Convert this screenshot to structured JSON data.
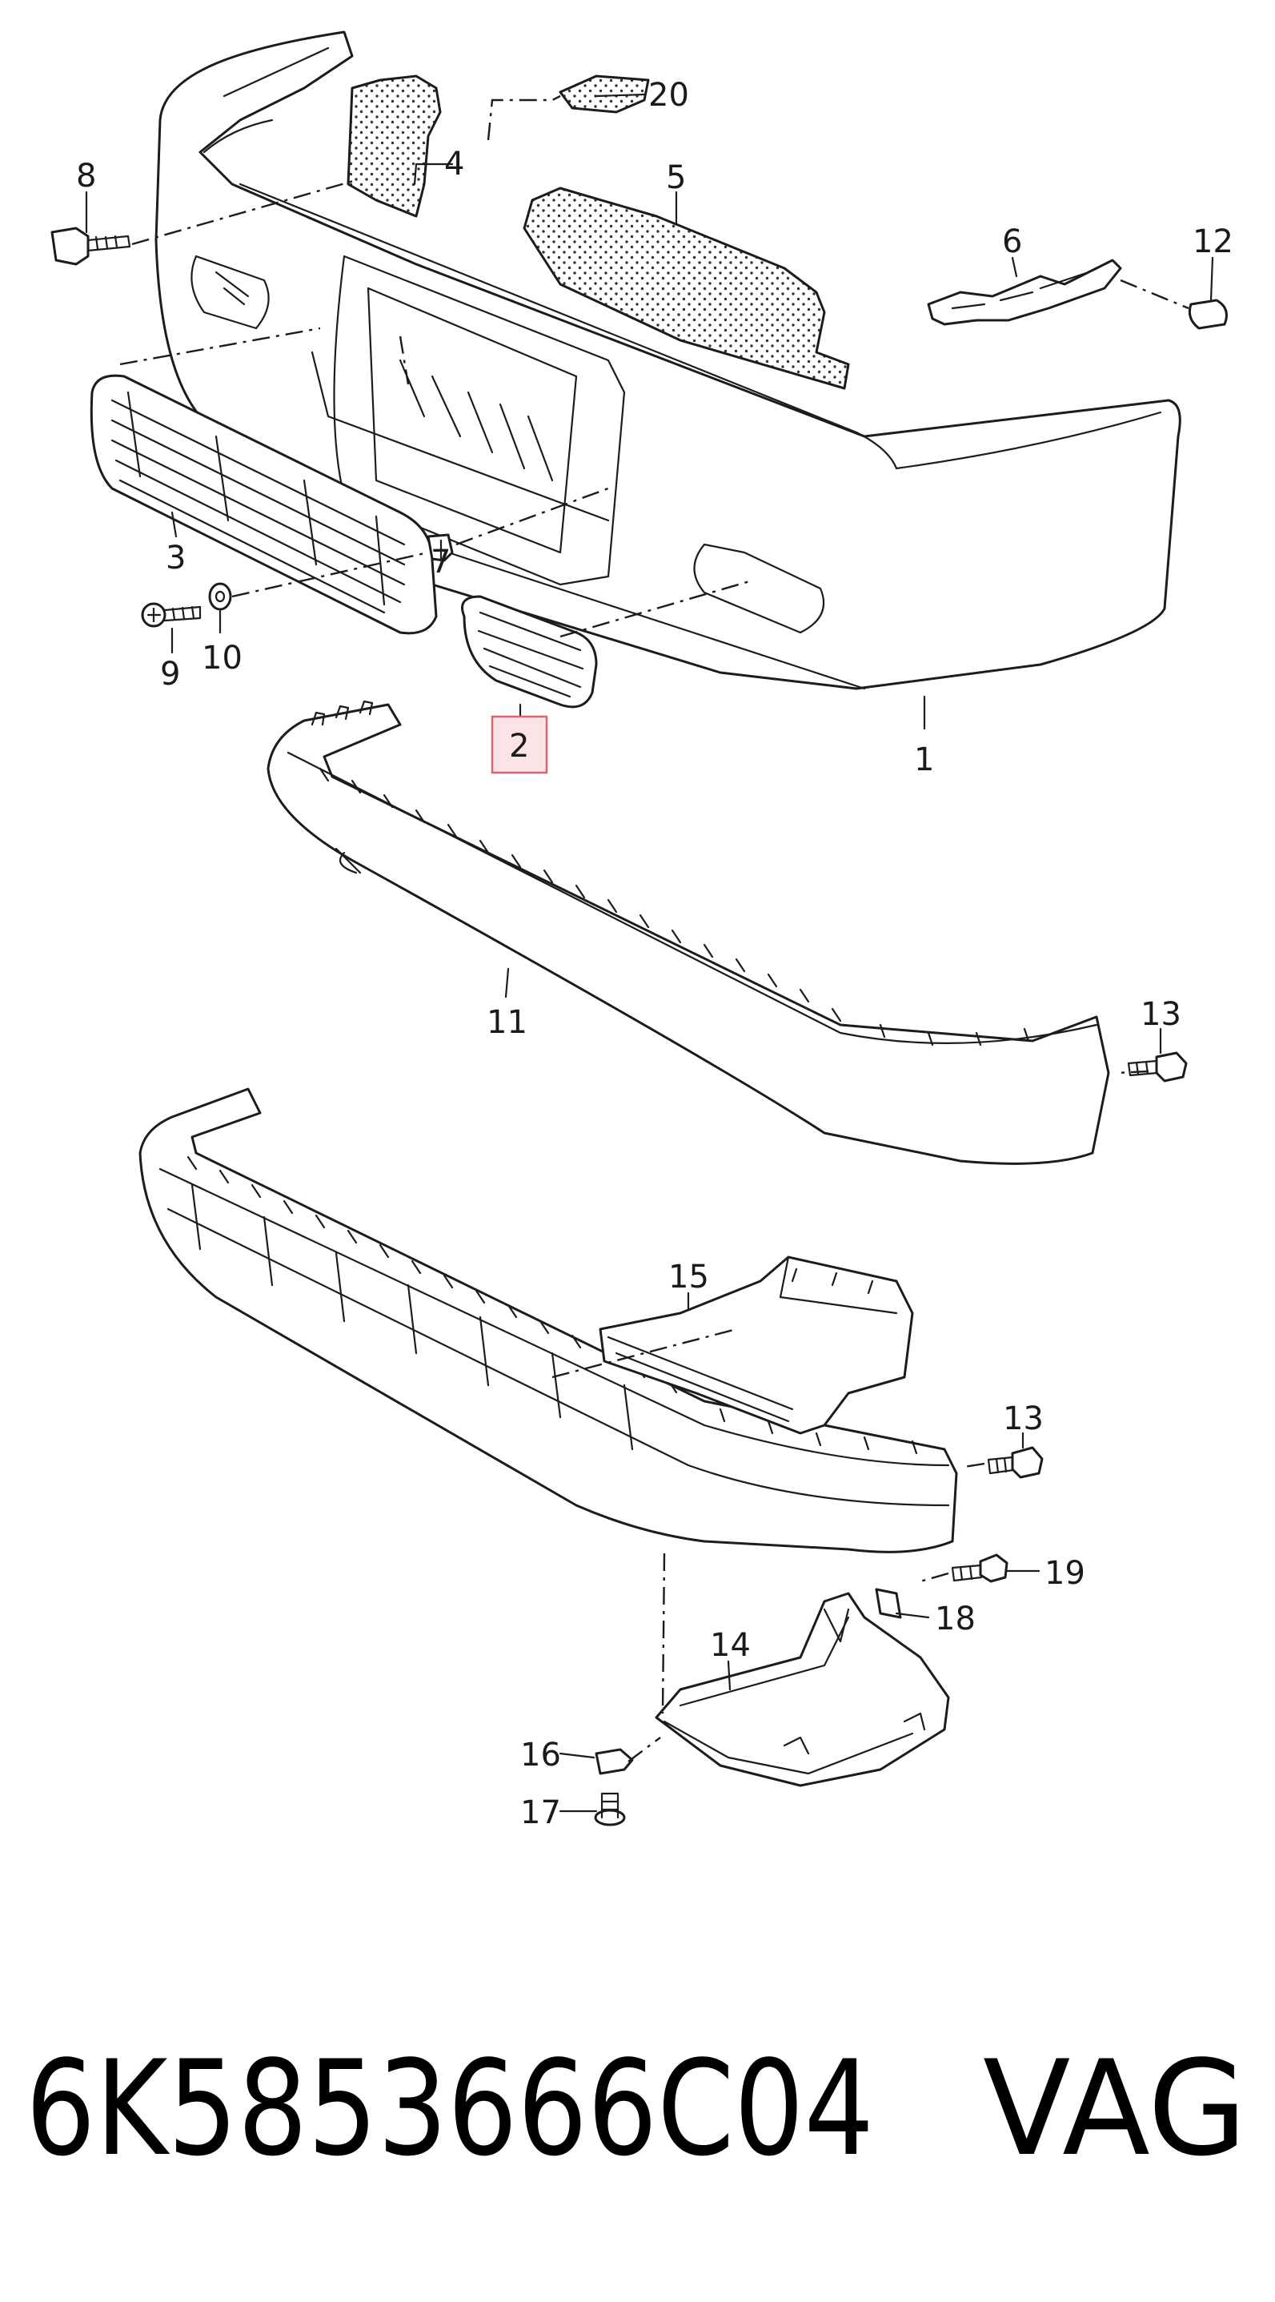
{
  "diagram": {
    "callouts": [
      {
        "id": "1",
        "label": "1"
      },
      {
        "id": "2",
        "label": "2",
        "highlighted": true
      },
      {
        "id": "3",
        "label": "3"
      },
      {
        "id": "4",
        "label": "4"
      },
      {
        "id": "5",
        "label": "5"
      },
      {
        "id": "6",
        "label": "6"
      },
      {
        "id": "7",
        "label": "7"
      },
      {
        "id": "8",
        "label": "8"
      },
      {
        "id": "9",
        "label": "9"
      },
      {
        "id": "10",
        "label": "10"
      },
      {
        "id": "11",
        "label": "11"
      },
      {
        "id": "12",
        "label": "12"
      },
      {
        "id": "13a",
        "label": "13"
      },
      {
        "id": "13b",
        "label": "13"
      },
      {
        "id": "14",
        "label": "14"
      },
      {
        "id": "15",
        "label": "15"
      },
      {
        "id": "16",
        "label": "16"
      },
      {
        "id": "17",
        "label": "17"
      },
      {
        "id": "18",
        "label": "18"
      },
      {
        "id": "19",
        "label": "19"
      },
      {
        "id": "20",
        "label": "20"
      }
    ],
    "highlight_color": "#d9646f"
  },
  "caption": {
    "part_number": "6K5853666C04",
    "brand": "VAG"
  }
}
